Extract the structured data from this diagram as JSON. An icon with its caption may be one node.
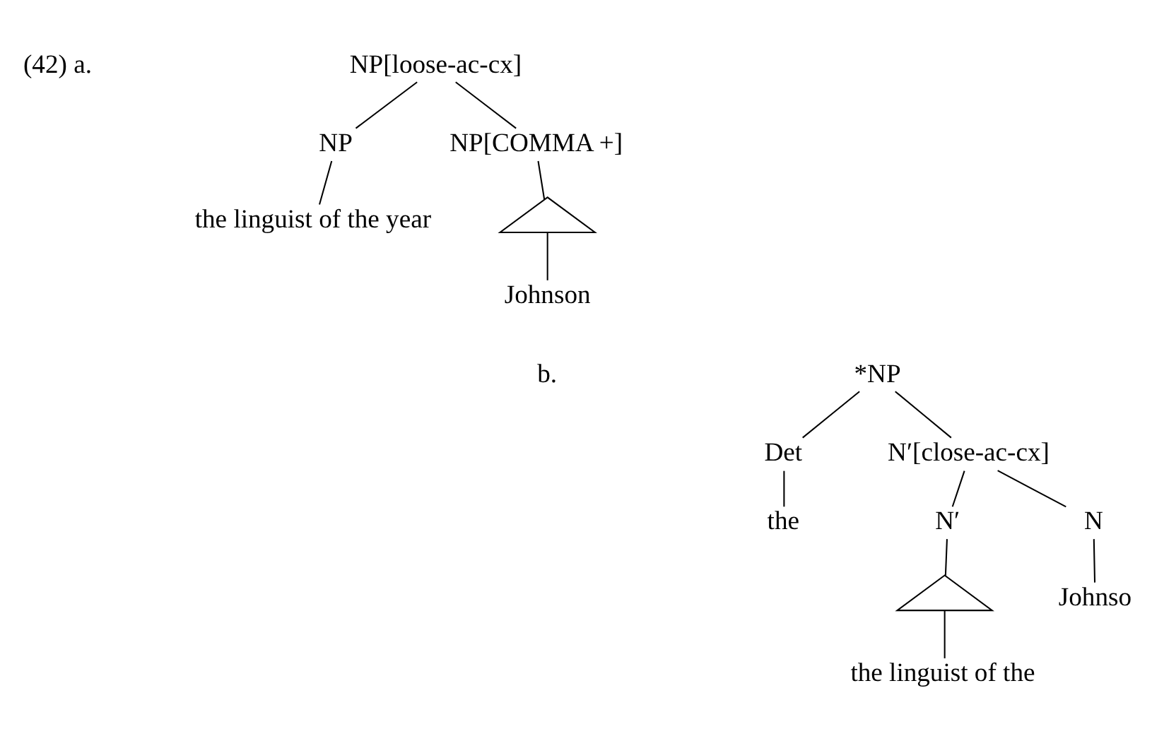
{
  "diagram": {
    "nodes": [
      {
        "text": [
          "NP[loose-ac-cx]"
        ]
      },
      {
        "text": [
          "NP"
        ]
      },
      {
        "text": [
          "NP[COMMA +]"
        ]
      },
      {
        "text": [
          "the linguist of the year"
        ]
      },
      {
        "text": [],
        "shape": "triangle"
      },
      {
        "text": [
          "Johnson"
        ]
      },
      {
        "text": [
          "*NP"
        ]
      },
      {
        "text": [
          "Det"
        ]
      },
      {
        "text": [
          "N′[close-ac-cx]"
        ]
      },
      {
        "text": [
          "the"
        ]
      },
      {
        "text": [
          "N′"
        ]
      },
      {
        "text": [
          "N"
        ]
      },
      {
        "text": [],
        "shape": "triangle"
      },
      {
        "text": [
          "the linguist of the"
        ]
      },
      {
        "text": [
          "Johnso"
        ]
      }
    ],
    "edges": [
      {
        "from": 0,
        "to": 1,
        "arrow": "none"
      },
      {
        "from": 0,
        "to": 2,
        "arrow": "none"
      },
      {
        "from": 1,
        "to": 3,
        "arrow": "none"
      },
      {
        "from": 2,
        "to": 4,
        "arrow": "none"
      },
      {
        "from": 4,
        "to": 5,
        "arrow": "none"
      },
      {
        "from": 6,
        "to": 7,
        "arrow": "none"
      },
      {
        "from": 6,
        "to": 8,
        "arrow": "none"
      },
      {
        "from": 7,
        "to": 9,
        "arrow": "none"
      },
      {
        "from": 8,
        "to": 10,
        "arrow": "none"
      },
      {
        "from": 8,
        "to": 11,
        "arrow": "none"
      },
      {
        "from": 10,
        "to": 12,
        "arrow": "none"
      },
      {
        "from": 12,
        "to": 13,
        "arrow": "none"
      },
      {
        "from": 11,
        "to": 14,
        "arrow": "none"
      }
    ],
    "labels": [
      "(42) a.",
      "b."
    ]
  }
}
